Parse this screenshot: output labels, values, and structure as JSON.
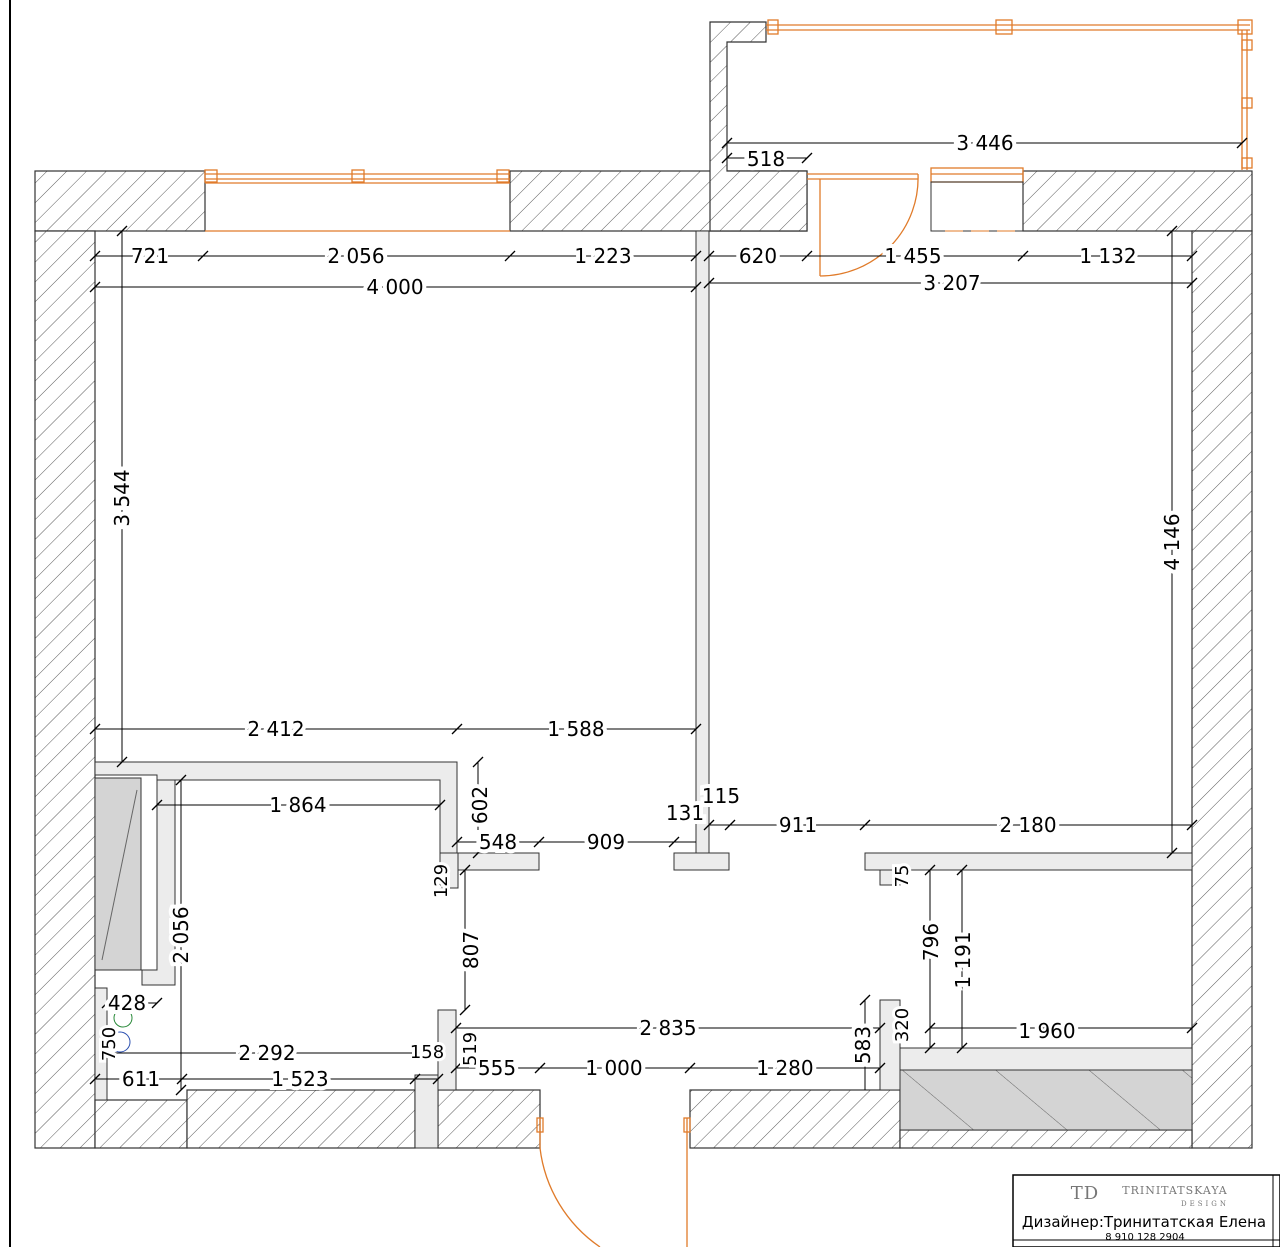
{
  "dimensions": {
    "balcony_width": "3 446",
    "balcony_offset": "518",
    "left_top_1": "721",
    "left_top_2": "2 056",
    "left_top_3": "1 223",
    "right_top_1": "620",
    "right_top_2": "1 455",
    "right_top_3": "1 132",
    "left_room_width": "4 000",
    "right_room_width": "3 207",
    "left_room_height": "3 544",
    "right_room_height": "4 146",
    "left_bottom_1": "2 412",
    "left_bottom_2": "1 588",
    "kitchen_width": "1 864",
    "kitchen_offset": "602",
    "corridor_548": "548",
    "corridor_909": "909",
    "partition_131": "131",
    "partition_115": "115",
    "right_911": "911",
    "right_2180": "2 180",
    "depth_129": "129",
    "depth_75": "75",
    "height_2056": "2 056",
    "hall_807": "807",
    "hall_796": "796",
    "hall_1191": "1 191",
    "bath_428": "428",
    "hall_2835": "2 835",
    "hall_320": "320",
    "hall_1960": "1 960",
    "bath_750": "750",
    "bath_2292": "2 292",
    "bath_158": "158",
    "bath_519": "519",
    "hall_583": "583",
    "bottom_611": "611",
    "bottom_1523": "1 523",
    "bottom_555": "555",
    "bottom_1000": "1 000",
    "bottom_1280": "1 280"
  },
  "title_block": {
    "logo_mark": "TD",
    "logo_name": "TRINITATSKAYA",
    "logo_sub": "DESIGN",
    "designer": "Дизайнер:Тринитатская Елена",
    "phone": "8 910 128 2904"
  },
  "colors": {
    "wall_hatch": "#5a5a5a",
    "door_window": "#e07b2a",
    "furniture_fill": "#d4d4d4",
    "partition_fill": "#ececec"
  }
}
